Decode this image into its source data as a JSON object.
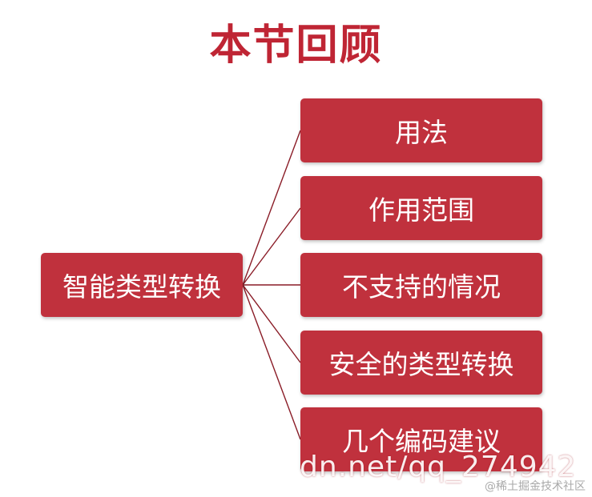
{
  "title": "本节回顾",
  "root": {
    "label": "智能类型转换"
  },
  "children": [
    {
      "label": "用法"
    },
    {
      "label": "作用范围"
    },
    {
      "label": "不支持的情况"
    },
    {
      "label": "安全的类型转换"
    },
    {
      "label": "几个编码建议"
    }
  ],
  "watermarks": {
    "url_fragment": "dn.net/qq_274942",
    "site": "@稀土掘金技术社区"
  },
  "colors": {
    "title": "#bf2534",
    "node_fill": "#c0313d",
    "node_text": "#ffffff",
    "connector": "#8a1c27"
  }
}
